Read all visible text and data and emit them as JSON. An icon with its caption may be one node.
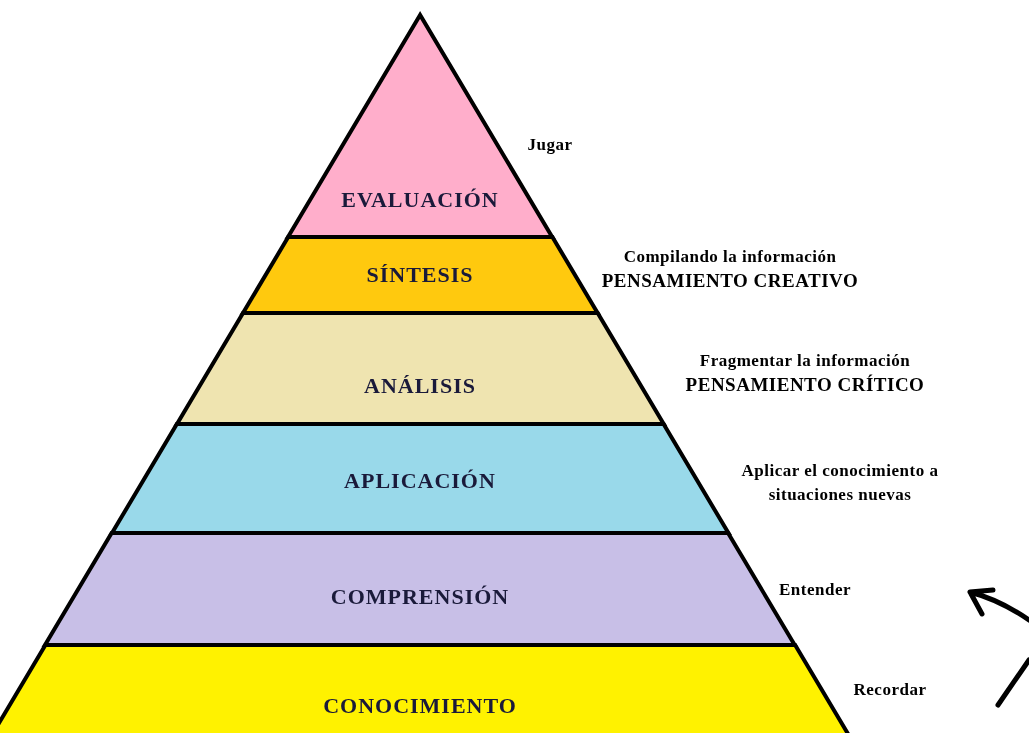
{
  "diagram": {
    "nodes": [
      {
        "text": [
          "EVALUACIÓN"
        ],
        "beside": [
          "Jugar"
        ]
      },
      {
        "text": [
          "SÍNTESIS"
        ],
        "beside": [
          "Compilando la información",
          "PENSAMIENTO CREATIVO"
        ]
      },
      {
        "text": [
          "ANÁLISIS"
        ],
        "beside": [
          "Fragmentar la información",
          "PENSAMIENTO CRÍTICO"
        ]
      },
      {
        "text": [
          "APLICACIÓN"
        ],
        "beside": [
          "Aplicar el conocimiento a situaciones nuevas"
        ]
      },
      {
        "text": [
          "COMPRENSIÓN"
        ],
        "beside": [
          "Entender"
        ]
      },
      {
        "text": [
          "CONOCIMIENTO"
        ],
        "beside": [
          "Recordar"
        ]
      }
    ]
  }
}
